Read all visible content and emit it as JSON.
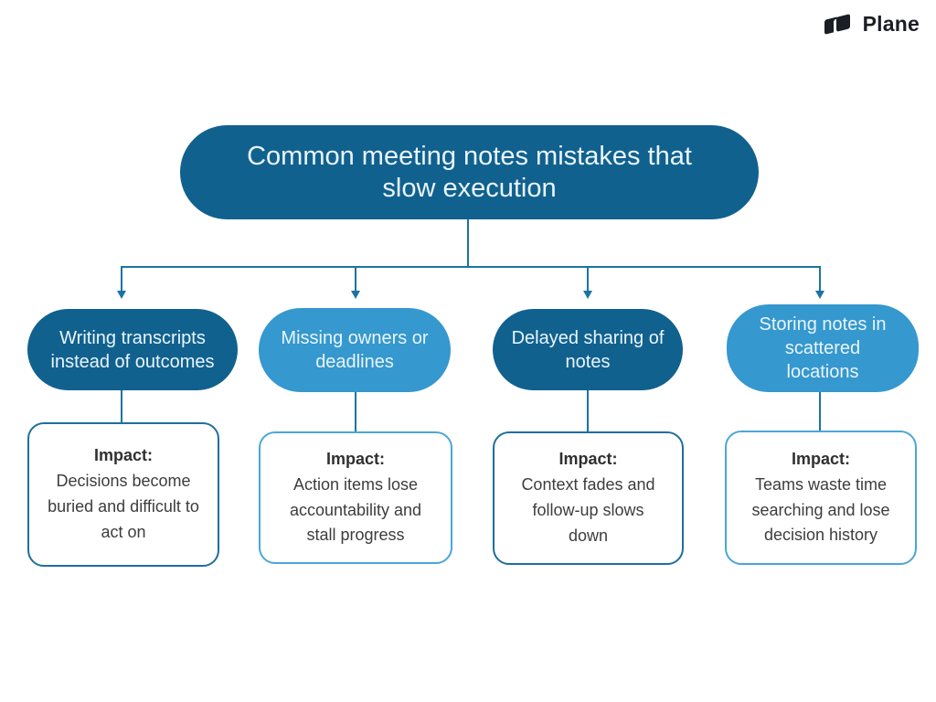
{
  "logo": {
    "brand": "Plane"
  },
  "root": {
    "title": "Common meeting notes mistakes that slow execution"
  },
  "colors": {
    "accent_dark": "#11618f",
    "accent_light": "#3598ce",
    "connector": "#1a73a4",
    "border_dark": "#1e6f9d",
    "border_light": "#4ba6d8",
    "node_text": "#eaf5fb",
    "ink": "#3d3d3d",
    "logo_ink": "#1b1e24",
    "background": "#ffffff"
  },
  "branches": [
    {
      "label": "Writing transcripts instead of outcomes",
      "tone": "dark",
      "impact_heading": "Impact:",
      "impact_text": "Decisions become buried and difficult to act on"
    },
    {
      "label": "Missing owners or deadlines",
      "tone": "light",
      "impact_heading": "Impact:",
      "impact_text": "Action items lose accountability and stall progress"
    },
    {
      "label": "Delayed sharing of notes",
      "tone": "dark",
      "impact_heading": "Impact:",
      "impact_text": "Context fades and follow-up slows down"
    },
    {
      "label": "Storing notes in scattered locations",
      "tone": "light",
      "impact_heading": "Impact:",
      "impact_text": "Teams waste time searching and lose decision history"
    }
  ]
}
